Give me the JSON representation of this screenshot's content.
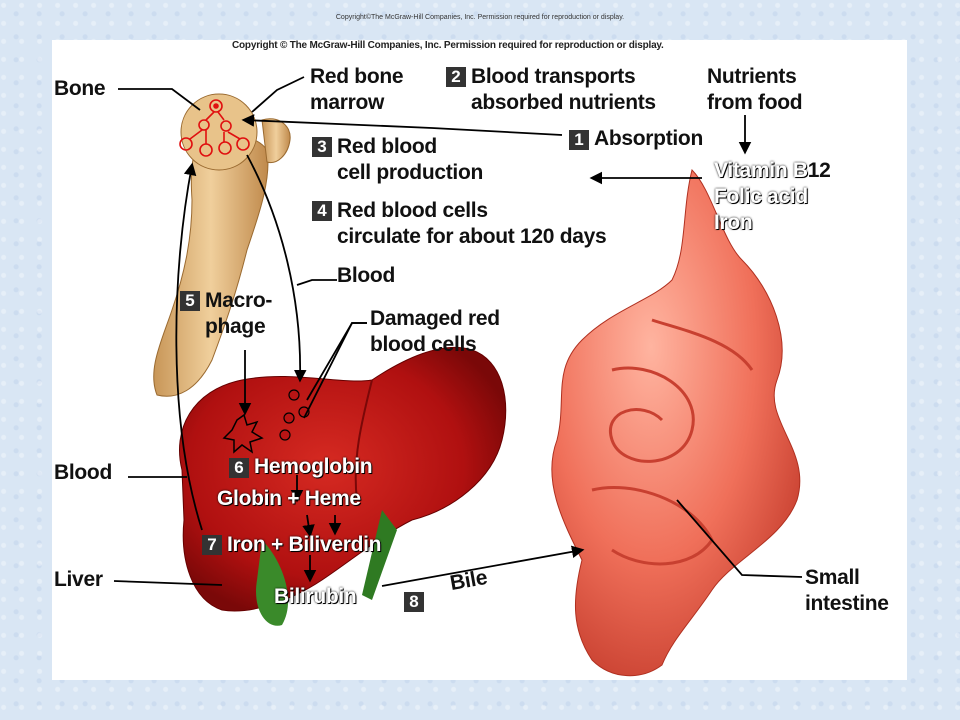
{
  "header_note": "Copyright©The McGraw-Hill Companies, Inc. Permission required for reproduction or display.",
  "figure": {
    "copyright": "Copyright © The McGraw-Hill Companies, Inc. Permission required for reproduction or display.",
    "labels": {
      "bone": "Bone",
      "red_bone_marrow_1": "Red bone",
      "red_bone_marrow_2": "marrow",
      "blood_upper": "Blood",
      "macrophage_1": "Macro-",
      "macrophage_2": "phage",
      "damaged_1": "Damaged red",
      "damaged_2": "blood cells",
      "blood_left": "Blood",
      "liver": "Liver",
      "nutrients_1": "Nutrients",
      "nutrients_2": "from food",
      "vitamin": "Vitamin B",
      "vitamin_sub": "12",
      "folic": "Folic acid",
      "iron": "Iron",
      "small_intestine_1": "Small",
      "small_intestine_2": "intestine",
      "bile": "Bile",
      "hemoglobin": "Hemoglobin",
      "globin_heme": "Globin + Heme",
      "iron_biliverdin": "Iron + Biliverdin",
      "bilirubin": "Bilirubin"
    },
    "steps": [
      {
        "num": "1",
        "text": "Absorption"
      },
      {
        "num": "2",
        "text1": "Blood transports",
        "text2": "absorbed nutrients"
      },
      {
        "num": "3",
        "text1": "Red blood",
        "text2": "cell production"
      },
      {
        "num": "4",
        "text1": "Red blood cells",
        "text2": "circulate for about 120 days"
      },
      {
        "num": "5"
      },
      {
        "num": "6"
      },
      {
        "num": "7"
      },
      {
        "num": "8"
      }
    ],
    "colors": {
      "bone": "#e0b47a",
      "liver": "#b81414",
      "intestine": "#f0705a",
      "gallbladder": "#3a8a2a"
    }
  }
}
